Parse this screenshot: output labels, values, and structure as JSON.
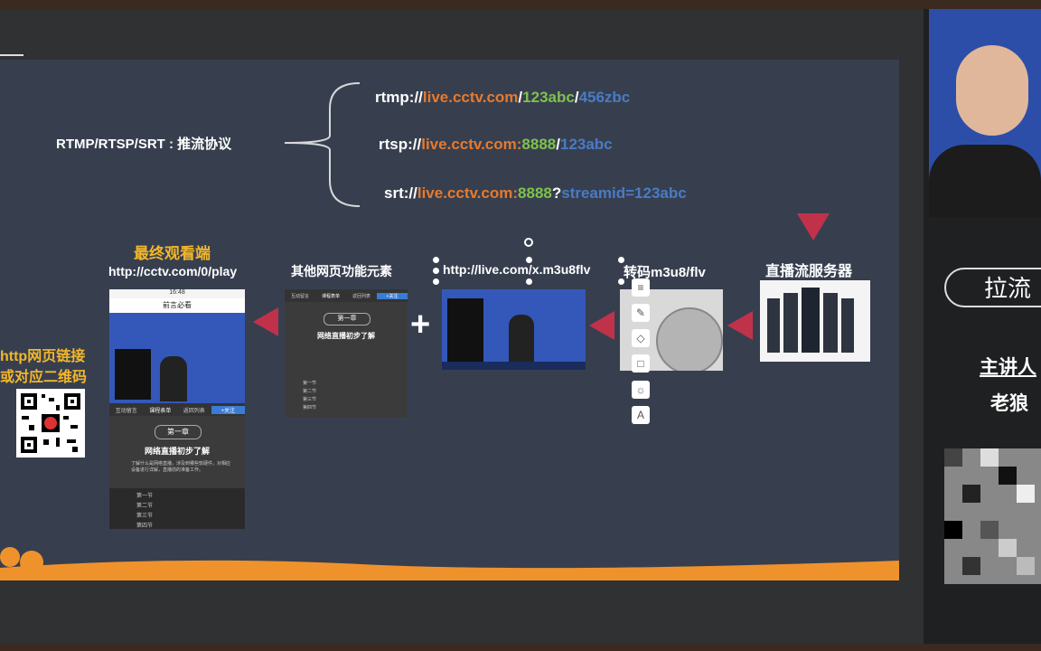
{
  "slide": {
    "protocol_label": "RTMP/RTSP/SRT : 推流协议",
    "urls": {
      "rtmp": {
        "p1": "rtmp://",
        "p2": "live.cctv.com",
        "p3": "/",
        "p4": "123abc",
        "p5": "/",
        "p6": "456zbc"
      },
      "rtsp": {
        "p1": "rtsp://",
        "p2": "live.cctv.com:",
        "p3": "8888",
        "p4": "/",
        "p5": "123abc"
      },
      "srt": {
        "p1": "srt://",
        "p2": "live.cctv.com:",
        "p3": "8888",
        "p4": "?",
        "p5": "streamid=123abc"
      }
    },
    "final_viewer_title": "最终观看端",
    "final_viewer_url": "http://cctv.com/0/play",
    "web_elements_label": "其他网页功能元素",
    "m3u8_url": "http://live.com/x.m3u8flv",
    "transcode_label": "转码m3u8/flv",
    "server_label": "直播流服务器",
    "http_link_label": "http网页链接",
    "qr_label": "或对应二维码",
    "plus": "+",
    "phone": {
      "header_title": "前言必看",
      "time": "16:48",
      "tabs": [
        "互动留言",
        "课程表单",
        "返回列表",
        "+关注"
      ],
      "chapter": "第一章",
      "chapter_title": "网络直播初步了解",
      "desc": "了解什么是网络直播，涉及到哪些软硬件，对相应设备进行详解，直播前的准备工作。",
      "sections": [
        "第一节",
        "第二节",
        "第三节",
        "第四节"
      ]
    }
  },
  "right_panel": {
    "title": "拉流",
    "speaker_label": "主讲人",
    "speaker_name": "老狼"
  },
  "colors": {
    "orange": "#e67a2e",
    "green": "#7ec24b",
    "blue": "#4a7bc4",
    "yellow": "#f2b72b",
    "arrow": "#c0324a"
  }
}
